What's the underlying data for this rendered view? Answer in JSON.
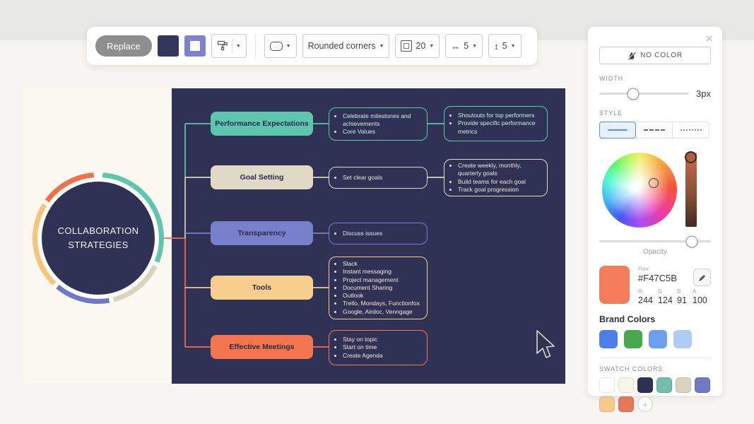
{
  "toolbar": {
    "replace_label": "Replace",
    "fill_color": "#32355C",
    "border_color": "#7B83CE",
    "corner_style_value": "Rounded corners",
    "border_width_value": "20",
    "horizontal_spacing_value": "5",
    "vertical_spacing_value": "5",
    "h_arrow_icon": "↔",
    "v_arrow_icon": "↕",
    "caret_icon": "▼"
  },
  "canvas": {
    "bg_left": "#FBF8F0",
    "bg_dark": "#2F3254"
  },
  "mindmap": {
    "center": {
      "title": "COLLABORATION STRATEGIES",
      "circle_color": "#2F3254",
      "ring_colors": [
        "#5EC6AD",
        "#D9D2BF",
        "#7079C5",
        "#F4C57B",
        "#F0704A"
      ]
    },
    "branches": [
      {
        "label": "Performance Expectations",
        "color": "#5EC6AD",
        "level2": [
          "Celebrate milestones and achievements",
          "Core Values"
        ],
        "level3": [
          "Shoutouts for top performers",
          "Provide specific performance metrics"
        ]
      },
      {
        "label": "Goal Setting",
        "color": "#DFD9C6",
        "level2": [
          "Set clear goals"
        ],
        "level3": [
          "Create weekly, monthly, quarterly goals",
          "Build teams for each goal",
          "Track goal progression"
        ]
      },
      {
        "label": "Transparency",
        "color": "#7780CB",
        "level2": [
          "Discuss issues"
        ],
        "level3": []
      },
      {
        "label": "Tools",
        "color": "#F7CE8E",
        "level2": [
          "Slack",
          "Instant messaging",
          "Project management",
          "Document Sharing",
          "Outlook",
          "Trello, Mondays, Functionfox",
          "Google, Airdoc, Venngage"
        ],
        "level3": []
      },
      {
        "label": "Effective Meetings",
        "color": "#F4764F",
        "level2": [
          "Stay on topic",
          "Start on time",
          "Create Agenda"
        ],
        "level3": []
      }
    ]
  },
  "panel": {
    "close_icon": "✕",
    "no_color_label": "NO COLOR",
    "width_label": "WIDTH",
    "width_value": "3px",
    "style_label": "STYLE",
    "style_options": [
      "solid",
      "dashed",
      "dotted"
    ],
    "opacity_label": "Opacity",
    "hex_label": "Hex",
    "hex_value": "#F47C5B",
    "rgba_labels": [
      "R",
      "G",
      "B",
      "A"
    ],
    "rgba_values": [
      "244",
      "124",
      "91",
      "100"
    ],
    "brand_colors_label": "Brand Colors",
    "brand_colors": [
      "#4E7FE8",
      "#4CA64C",
      "#6C9FF0",
      "#AFCDF4"
    ],
    "swatch_colors_label": "SWATCH COLORS",
    "swatch_colors": [
      "#FFFFFF",
      "#FBF5E9",
      "#2E3054",
      "#74BFAC",
      "#D9D2BF",
      "#7079C5",
      "#F6CB8A",
      "#E8765A"
    ],
    "add_icon": "+"
  }
}
